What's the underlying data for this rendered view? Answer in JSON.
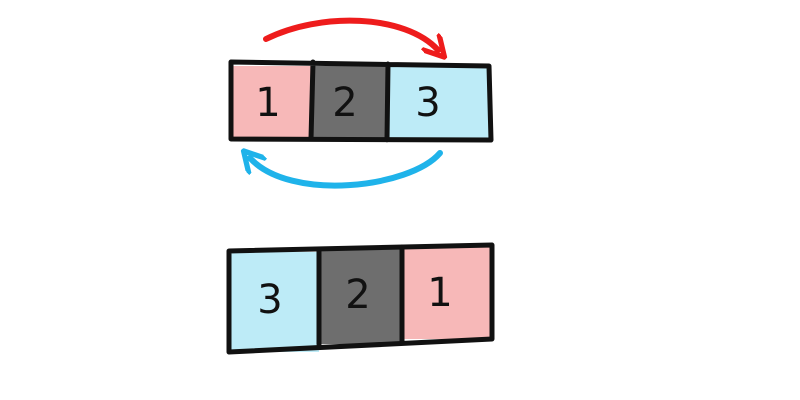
{
  "colors": {
    "pink": "#f7b8b8",
    "gray": "#6e6e6e",
    "light_blue": "#bdebf7",
    "red_arrow": "#ee1c1c",
    "blue_arrow": "#1fb3ea",
    "outline": "#111111"
  },
  "top_row": {
    "cells": [
      {
        "label": "1",
        "color": "pink"
      },
      {
        "label": "2",
        "color": "gray"
      },
      {
        "label": "3",
        "color": "light_blue"
      }
    ],
    "arrows": [
      {
        "name": "red-swap-arrow",
        "color": "red_arrow",
        "direction": "left-to-right",
        "from_cell": 1,
        "to_cell": 3
      },
      {
        "name": "blue-swap-arrow",
        "color": "blue_arrow",
        "direction": "right-to-left",
        "from_cell": 3,
        "to_cell": 1
      }
    ]
  },
  "bottom_row": {
    "cells": [
      {
        "label": "3",
        "color": "light_blue"
      },
      {
        "label": "2",
        "color": "gray"
      },
      {
        "label": "1",
        "color": "pink"
      }
    ]
  }
}
